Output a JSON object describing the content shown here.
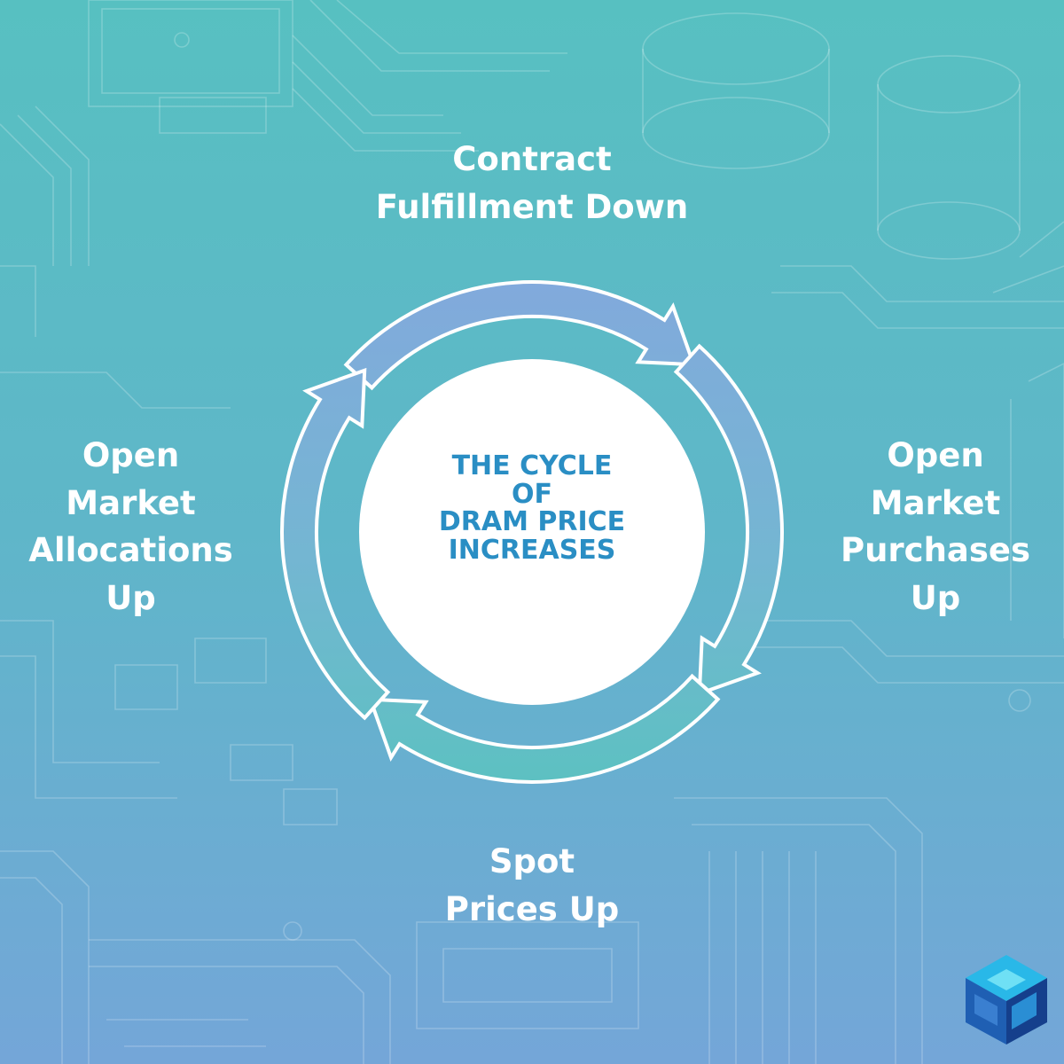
{
  "diagram": {
    "center_title_lines": [
      "THE CYCLE",
      "OF",
      "DRAM PRICE",
      "INCREASES"
    ],
    "stages": [
      {
        "name": "contract-fulfillment",
        "lines": [
          "Contract",
          "Fulfillment Down"
        ]
      },
      {
        "name": "open-market-purchases",
        "lines": [
          "Open",
          "Market",
          "Purchases",
          "Up"
        ]
      },
      {
        "name": "spot-prices",
        "lines": [
          "Spot",
          "Prices Up"
        ]
      },
      {
        "name": "open-market-allocations",
        "lines": [
          "Open",
          "Market",
          "Allocations",
          "Up"
        ]
      }
    ],
    "flow_direction": "clockwise",
    "colors": {
      "background_top": "#57c0c1",
      "background_bottom": "#74a6d8",
      "arrow_blue": "#82a9dc",
      "arrow_teal": "#5cc1c1",
      "center_text": "#2a8ec4",
      "label_text": "#ffffff"
    }
  },
  "logo": {
    "icon": "cube-logo-icon"
  }
}
